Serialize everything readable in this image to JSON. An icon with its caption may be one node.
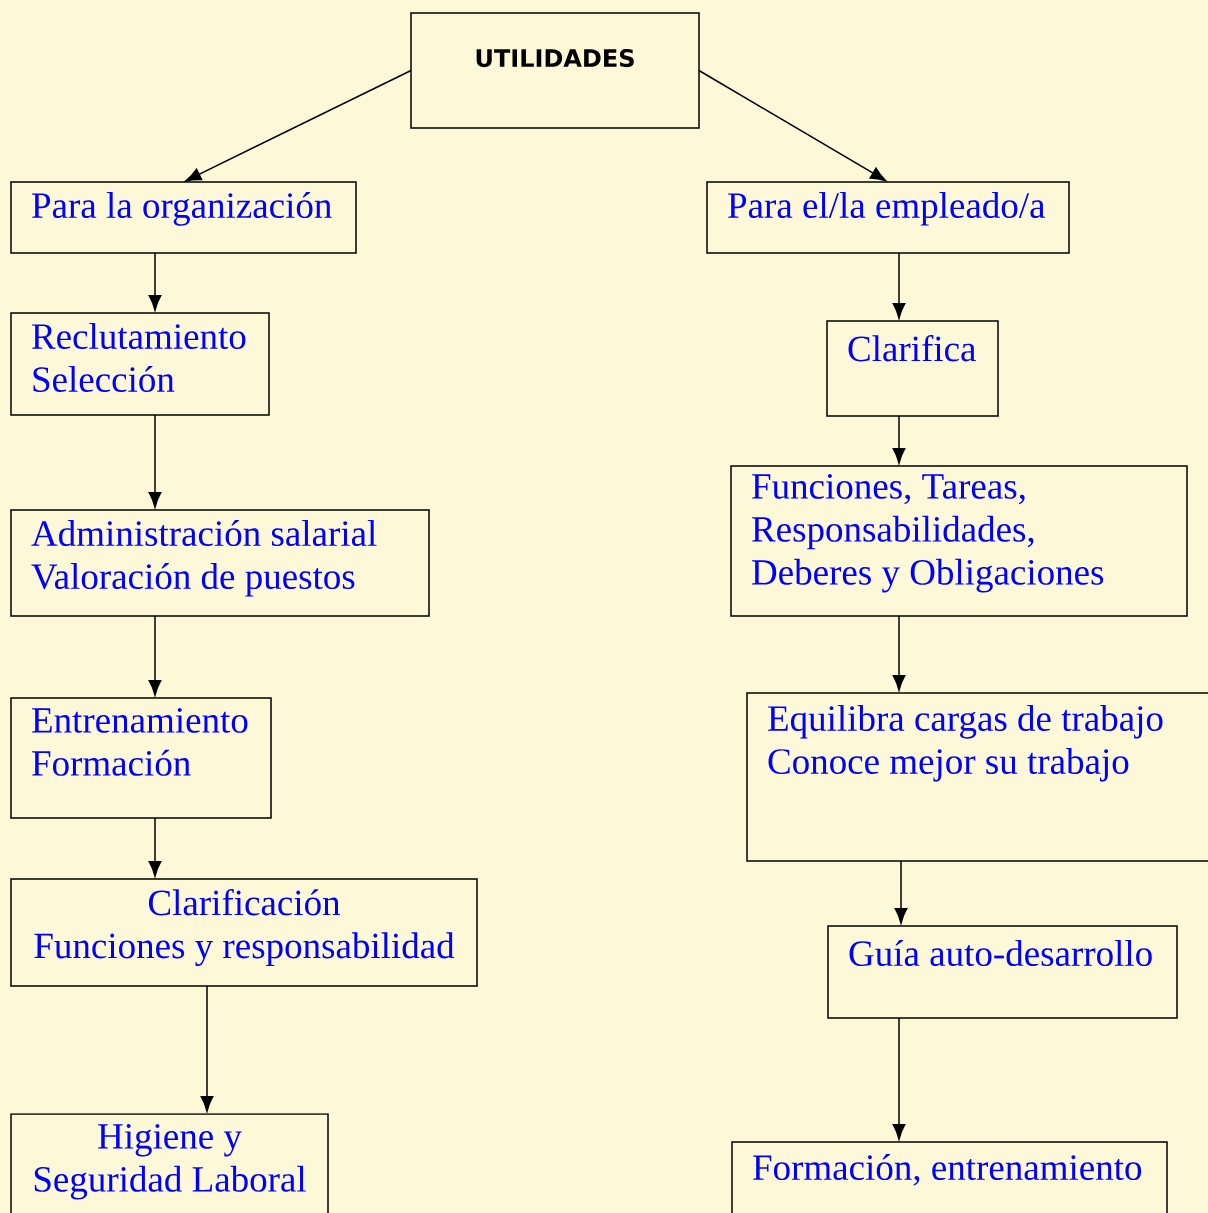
{
  "diagram": {
    "nodes": [
      {
        "text": [
          "UTILIDADES"
        ]
      },
      {
        "text": [
          "Para la organización"
        ]
      },
      {
        "text": [
          "Reclutamiento",
          "Selección"
        ]
      },
      {
        "text": [
          "Administración salarial",
          "Valoración de puestos"
        ]
      },
      {
        "text": [
          "Entrenamiento",
          "Formación"
        ]
      },
      {
        "text": [
          "Clarificación",
          "Funciones y responsabilidad"
        ]
      },
      {
        "text": [
          "Higiene y Seguridad Laboral"
        ]
      },
      {
        "text": [
          "Para el/la empleado/a"
        ]
      },
      {
        "text": [
          "Clarifica"
        ]
      },
      {
        "text": [
          "Funciones, Tareas, Responsabilidades, Deberes y Obligaciones"
        ]
      },
      {
        "text": [
          "Equilibra cargas de trabajo",
          "Conoce mejor su trabajo"
        ]
      },
      {
        "text": [
          "Guía auto-desarrollo"
        ]
      },
      {
        "text": [
          "Formación, entrenamiento"
        ]
      }
    ],
    "edges": [
      {
        "from": 0,
        "to": 1,
        "arrow": "to"
      },
      {
        "from": 0,
        "to": 7,
        "arrow": "to"
      },
      {
        "from": 1,
        "to": 2,
        "arrow": "to"
      },
      {
        "from": 2,
        "to": 3,
        "arrow": "to"
      },
      {
        "from": 3,
        "to": 4,
        "arrow": "to"
      },
      {
        "from": 4,
        "to": 5,
        "arrow": "to"
      },
      {
        "from": 5,
        "to": 6,
        "arrow": "to"
      },
      {
        "from": 7,
        "to": 8,
        "arrow": "to"
      },
      {
        "from": 8,
        "to": 9,
        "arrow": "to"
      },
      {
        "from": 9,
        "to": 10,
        "arrow": "to"
      },
      {
        "from": 10,
        "to": 11,
        "arrow": "to"
      },
      {
        "from": 11,
        "to": 12,
        "arrow": "to"
      }
    ]
  }
}
